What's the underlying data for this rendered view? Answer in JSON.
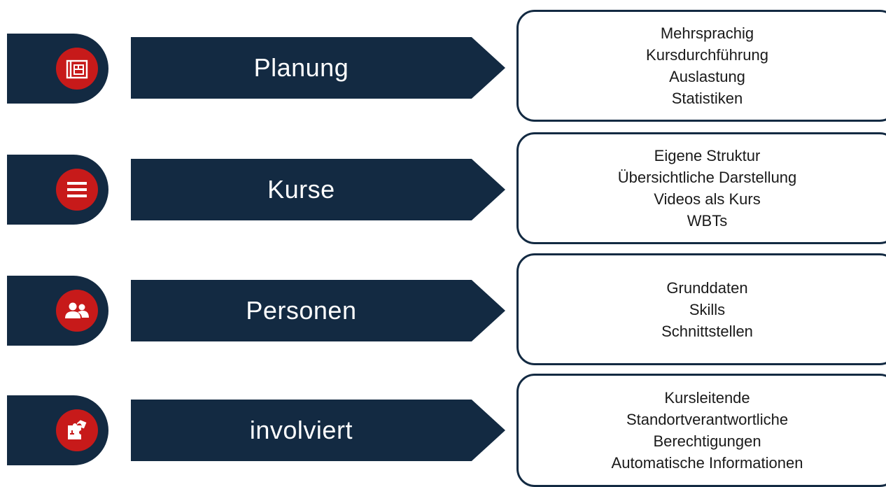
{
  "colors": {
    "navy": "#132a42",
    "red": "#c71a1a",
    "text": "#1a1a1a"
  },
  "rows": [
    {
      "label": "Planung",
      "icon": "blueprint-icon",
      "items": [
        "Mehrsprachig",
        "Kursdurchführung",
        "Auslastung",
        "Statistiken"
      ]
    },
    {
      "label": "Kurse",
      "icon": "list-icon",
      "items": [
        "Eigene Struktur",
        "Übersichtliche Darstellung",
        "Videos als Kurs",
        "WBTs"
      ]
    },
    {
      "label": "Personen",
      "icon": "people-icon",
      "items": [
        "Grunddaten",
        "Skills",
        "Schnittstellen"
      ]
    },
    {
      "label": "involviert",
      "icon": "puzzle-icon",
      "items": [
        "Kursleitende",
        "Standortverantwortliche",
        "Berechtigungen",
        "Automatische Informationen"
      ]
    }
  ]
}
